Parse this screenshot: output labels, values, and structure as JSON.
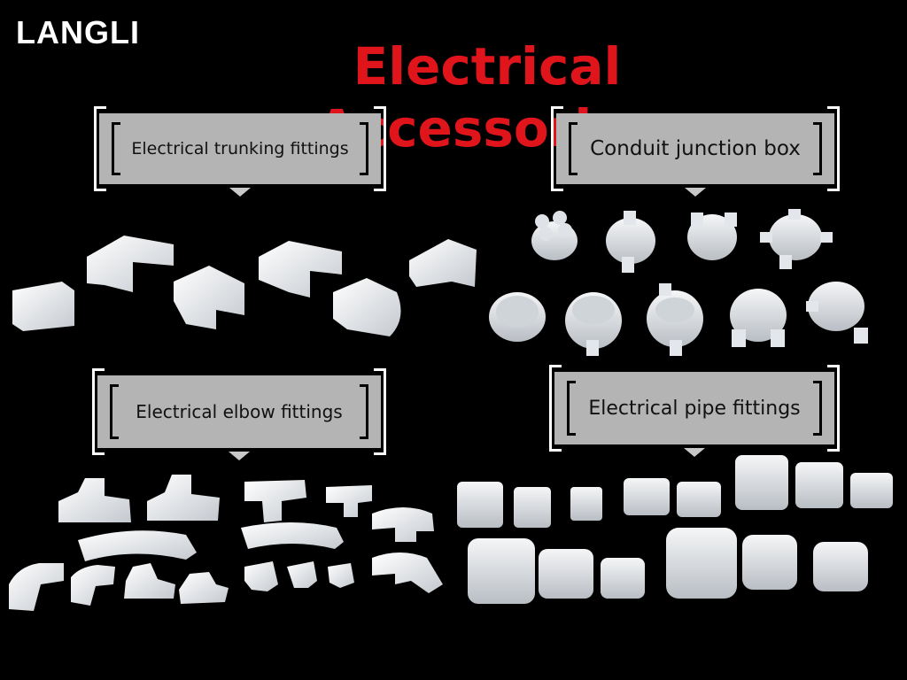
{
  "brand": "LANGLI",
  "title": "Electrical Accessories",
  "sections": {
    "trunking": "Electrical trunking fittings",
    "junction": "Conduit junction box",
    "elbow": "Electrical elbow fittings",
    "pipe": "Electrical pipe fittings"
  },
  "colors": {
    "title": "#e0141b",
    "label_bg": "#b4b4b4",
    "background": "#000000",
    "part": "#e9ecef"
  }
}
